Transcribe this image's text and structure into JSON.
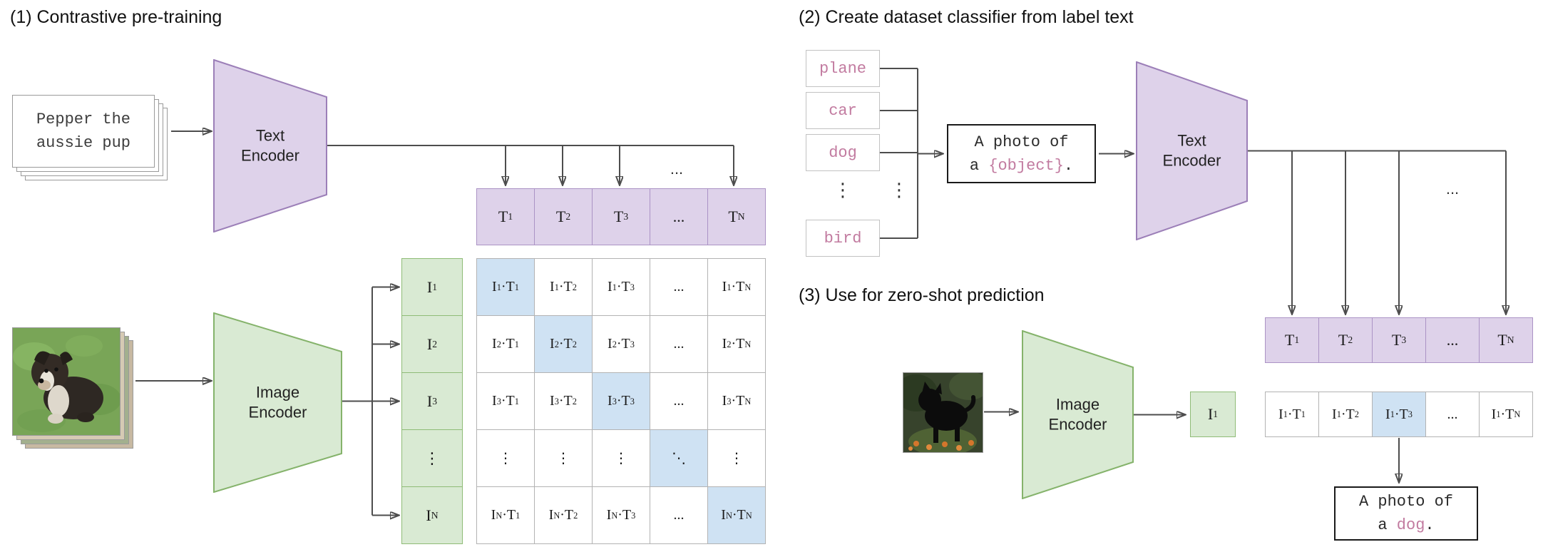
{
  "colors": {
    "encoder_purple": "#ded2ea",
    "encoder_green": "#d9ead3",
    "highlight_blue": "#cfe2f3",
    "label_pink": "#c27ba0",
    "arrow_gray": "#4d4d4d"
  },
  "sections": {
    "s1": {
      "title": "(1) Contrastive pre-training",
      "input_text_line1": "Pepper the",
      "input_text_line2": "aussie pup",
      "text_encoder": "Text Encoder",
      "image_encoder": "Image Encoder",
      "arrows_ellipsis": "...",
      "t_cells": [
        "T_1",
        "T_2",
        "T_3",
        "...",
        "T_N"
      ],
      "i_cells": [
        "I_1",
        "I_2",
        "I_3",
        "⋮",
        "I_N"
      ],
      "matrix": [
        [
          "I_1·T_1",
          "I_1·T_2",
          "I_1·T_3",
          "...",
          "I_1·T_N"
        ],
        [
          "I_2·T_1",
          "I_2·T_2",
          "I_2·T_3",
          "...",
          "I_2·T_N"
        ],
        [
          "I_3·T_1",
          "I_3·T_2",
          "I_3·T_3",
          "...",
          "I_3·T_N"
        ],
        [
          "⋮",
          "⋮",
          "⋮",
          "⋱",
          "⋮"
        ],
        [
          "I_N·T_1",
          "I_N·T_2",
          "I_N·T_3",
          "...",
          "I_N·T_N"
        ]
      ]
    },
    "s2": {
      "title": "(2) Create dataset classifier from label text",
      "labels": [
        "plane",
        "car",
        "dog",
        "bird"
      ],
      "labels_ellipsis": "⋮",
      "bracket_ellipsis": "⋮",
      "prompt_line1": "A photo of",
      "prompt_line2_pre": "a ",
      "prompt_object": "{object}",
      "prompt_line2_post": ".",
      "text_encoder": "Text Encoder",
      "arrows_ellipsis": "...",
      "t_cells": [
        "T_1",
        "T_2",
        "T_3",
        "...",
        "T_N"
      ]
    },
    "s3": {
      "title": "(3) Use for zero-shot prediction",
      "image_encoder": "Image Encoder",
      "i_cell": "I_1",
      "row": [
        "I_1·T_1",
        "I_1·T_2",
        "I_1·T_3",
        "...",
        "I_1·T_N"
      ],
      "result_line1": "A photo of",
      "result_line2_pre": "a ",
      "result_object": "dog",
      "result_line2_post": "."
    }
  }
}
